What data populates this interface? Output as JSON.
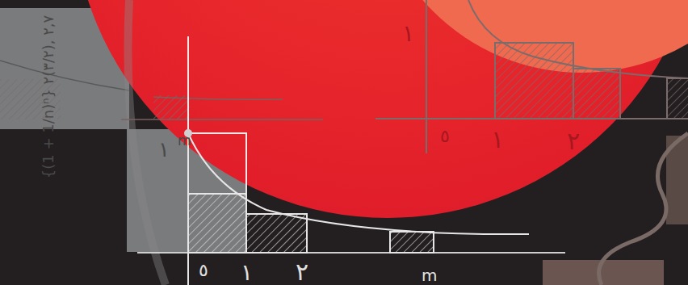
{
  "diagram": {
    "labels": [
      "١",
      "m",
      "٥",
      "١",
      "٢",
      "m",
      "١",
      "٥",
      "١",
      "٢",
      "{(1 + 1/n)ⁿ} ٢,٧ ,(٣/٢)٢"
    ]
  }
}
